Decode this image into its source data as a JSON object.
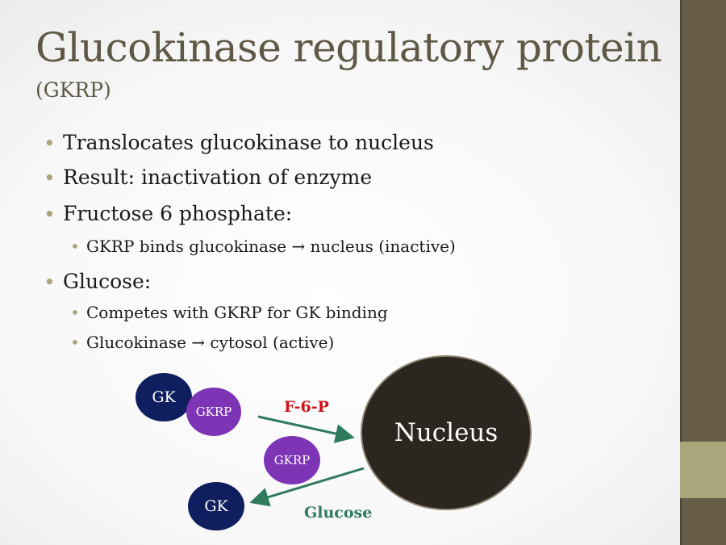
{
  "slide": {
    "title": "Glucokinase regulatory protein",
    "subtitle": "(GKRP)",
    "bullets": [
      "Translocates glucokinase to nucleus",
      "Result: inactivation of enzyme",
      "Fructose 6 phosphate:",
      "GKRP binds glucokinase → nucleus (inactive)",
      "Glucose:",
      "Competes with GKRP for GK binding",
      "Glucokinase → cytosol (active)"
    ]
  },
  "diagram": {
    "gk": "GK",
    "gkrp": "GKRP",
    "nucleus": "Nucleus",
    "f6p": "F-6-P",
    "glucose": "Glucose",
    "colors": {
      "gk": "#0e1e5e",
      "gkrp": "#7d34b5",
      "arrow": "#2e7a5c",
      "f6p": "#d0121b",
      "glucose": "#2e7a5c"
    }
  }
}
